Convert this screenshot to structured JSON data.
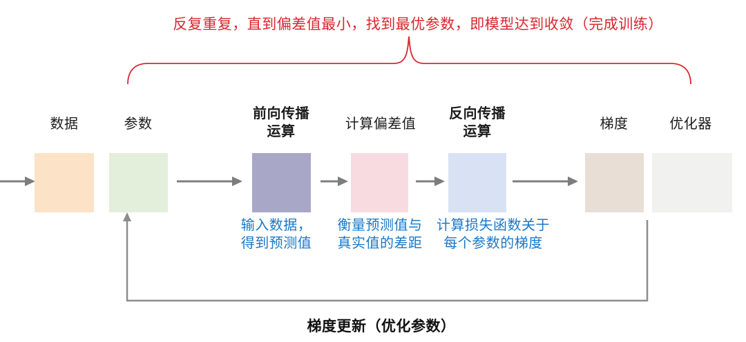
{
  "title": "反复重复，直到偏差值最小，找到最优参数，即模型达到收敛（完成训练）",
  "bottom_caption": "梯度更新（优化参数）",
  "colors": {
    "red": "#d9262e",
    "arrow": "#7d7d7d",
    "loop": "#8c8c8c",
    "blue": "#1878c8",
    "boxes": {
      "data": "#fce3c8",
      "params": "#e3efda",
      "forward": "#a9a7c7",
      "loss": "#f8dbe1",
      "backward": "#d8e2f4",
      "gradient": "#e8ded6",
      "optimizer": "#f1f1f0"
    }
  },
  "nodes": {
    "data": {
      "label": "数据"
    },
    "params": {
      "label": "参数"
    },
    "forward": {
      "label": "前向传播\n运算",
      "note": "输入数据，\n得到预测值"
    },
    "loss": {
      "label": "计算偏差值",
      "note": "衡量预测值与\n真实值的差距"
    },
    "backward": {
      "label": "反向传播\n运算",
      "note": "计算损失函数关于\n每个参数的梯度"
    },
    "gradient": {
      "label": "梯度"
    },
    "optimizer": {
      "label": "优化器"
    }
  }
}
